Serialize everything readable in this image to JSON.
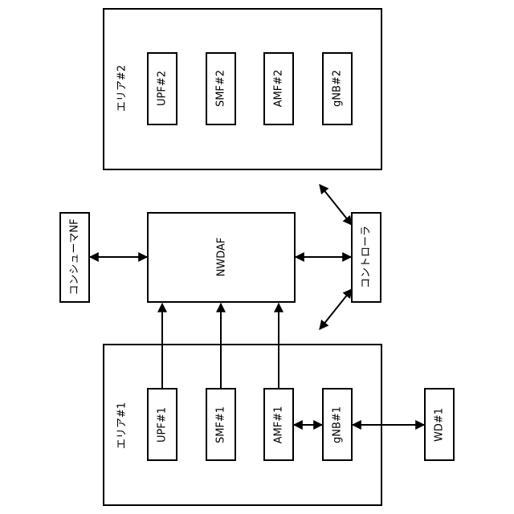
{
  "diagram": {
    "area2": {
      "label": "エリア#2",
      "nodes": [
        "UPF#2",
        "SMF#2",
        "AMF#2",
        "gNB#2"
      ]
    },
    "area1": {
      "label": "エリア#1",
      "nodes": [
        "UPF#1",
        "SMF#1",
        "AMF#1",
        "gNB#1"
      ]
    },
    "nwdaf": "NWDAF",
    "consumer_nf": "コンシューマNF",
    "controller": "コントローラ",
    "wd": "WD#1"
  }
}
